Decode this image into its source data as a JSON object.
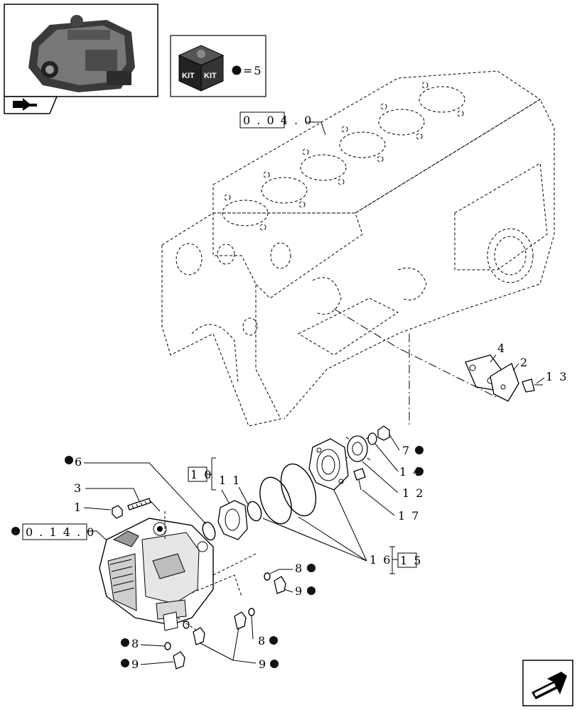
{
  "kit_badge": {
    "kit_text_left": "KIT",
    "kit_text_right": "KIT",
    "equals_text": "=5"
  },
  "refs": {
    "engine_block_ref": "0 . 0 4 . 0",
    "pump_ref": "0 . 1 4 . 0",
    "group_ref_10": "1 0",
    "group_ref_15": "1 5"
  },
  "callouts": {
    "c1": "1",
    "c2": "2",
    "c3": "3",
    "c4": "4",
    "c6": "6",
    "c7": "7",
    "c8a": "8",
    "c8b": "8",
    "c8c": "8",
    "c9a": "9",
    "c9b": "9",
    "c9c": "9",
    "c11": "1 1",
    "c12": "1 2",
    "c13": "1 3",
    "c14": "1 4",
    "c16": "1 6",
    "c17": "1 7"
  }
}
